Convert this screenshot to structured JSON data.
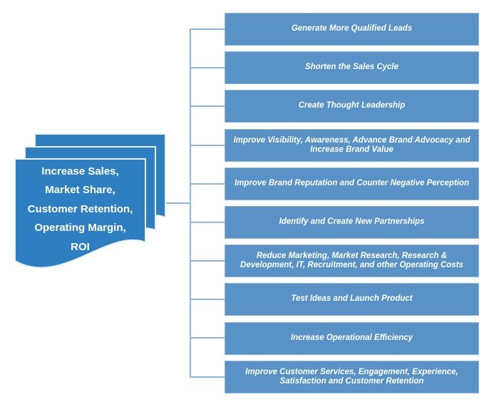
{
  "diagram_title": "",
  "source": {
    "lines": [
      "Increase Sales,",
      "Market Share,",
      "Customer Retention,",
      "Operating Margin,",
      "ROI"
    ]
  },
  "goals": [
    "Generate More Qualified Leads",
    "Shorten the Sales Cycle",
    "Create Thought Leadership",
    "Improve Visibility, Awareness, Advance Brand Advocacy and Increase Brand Value",
    "Improve Brand Reputation and Counter Negative Perception",
    "Identify and Create New Partnerships",
    "Reduce Marketing, Market Research, Research & Development, IT, Recruitment, and other Operating Costs",
    "Test Ideas and Launch Product",
    "Increase Operational Efficiency",
    "Improve Customer Services, Engagement, Experience, Satisfaction  and Customer Retention"
  ],
  "colors": {
    "box_fill": "#5892C7",
    "box_border": "#8FB4DC",
    "document_fill": "#2E7FC2",
    "document_border": "#E9F0F8",
    "connector": "#8FB5DC",
    "text": "#FFFFFF"
  }
}
